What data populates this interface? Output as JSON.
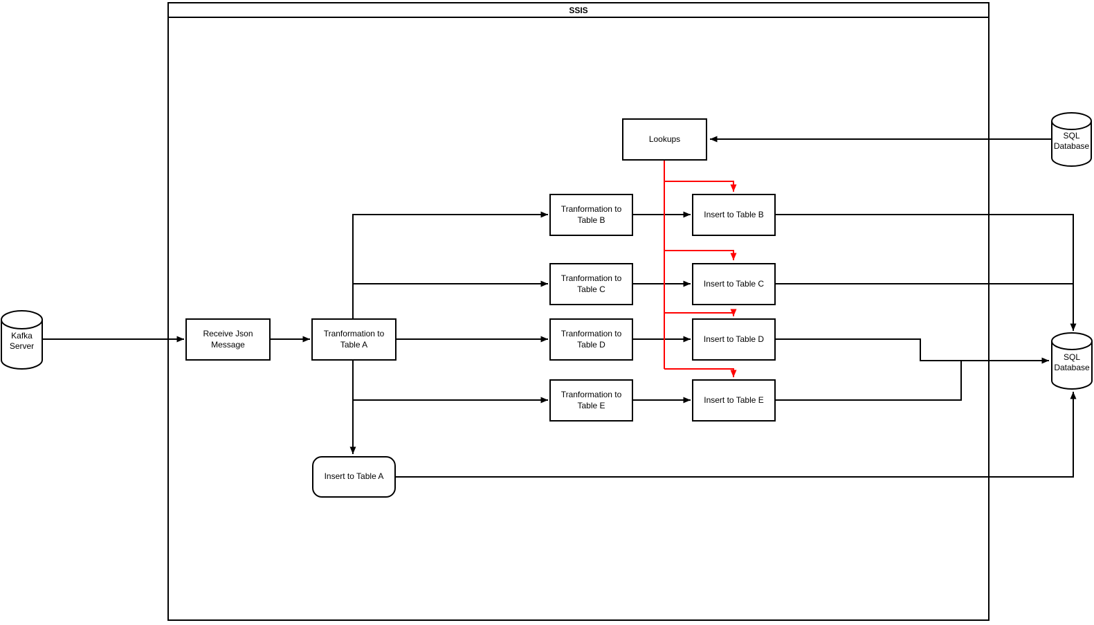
{
  "diagram": {
    "container": {
      "label": "SSIS"
    },
    "colors": {
      "stroke": "#000000",
      "lookup_flow": "#FF0000",
      "node_fill": "#FFFFFF",
      "background": "#FFFFFF"
    },
    "nodes": {
      "kafka_server": {
        "label": "Kafka Server",
        "shape": "cylinder"
      },
      "receive_json": {
        "label": "Receive Json Message",
        "shape": "rectangle"
      },
      "transform_a": {
        "label": "Tranformation to Table A",
        "shape": "rectangle"
      },
      "transform_b": {
        "label": "Tranformation to Table B",
        "shape": "rectangle"
      },
      "transform_c": {
        "label": "Tranformation to Table C",
        "shape": "rectangle"
      },
      "transform_d": {
        "label": "Tranformation to Table D",
        "shape": "rectangle"
      },
      "transform_e": {
        "label": "Tranformation to Table E",
        "shape": "rectangle"
      },
      "insert_a": {
        "label": "Insert to Table A",
        "shape": "rounded-rectangle"
      },
      "insert_b": {
        "label": "Insert to Table B",
        "shape": "rectangle"
      },
      "insert_c": {
        "label": "Insert to Table C",
        "shape": "rectangle"
      },
      "insert_d": {
        "label": "Insert to Table D",
        "shape": "rectangle"
      },
      "insert_e": {
        "label": "Insert to Table E",
        "shape": "rectangle"
      },
      "lookups": {
        "label": "Lookups",
        "shape": "rectangle"
      },
      "sql_database_top": {
        "label": "SQL Database",
        "shape": "cylinder"
      },
      "sql_database_right": {
        "label": "SQL Database",
        "shape": "cylinder"
      }
    },
    "edges": [
      {
        "from": "kafka_server",
        "to": "receive_json",
        "color": "#000000"
      },
      {
        "from": "receive_json",
        "to": "transform_a",
        "color": "#000000"
      },
      {
        "from": "transform_a",
        "to": "transform_b",
        "color": "#000000"
      },
      {
        "from": "transform_a",
        "to": "transform_c",
        "color": "#000000"
      },
      {
        "from": "transform_a",
        "to": "transform_d",
        "color": "#000000"
      },
      {
        "from": "transform_a",
        "to": "transform_e",
        "color": "#000000"
      },
      {
        "from": "transform_a",
        "to": "insert_a",
        "color": "#000000"
      },
      {
        "from": "transform_b",
        "to": "insert_b",
        "color": "#000000"
      },
      {
        "from": "transform_c",
        "to": "insert_c",
        "color": "#000000"
      },
      {
        "from": "transform_d",
        "to": "insert_d",
        "color": "#000000"
      },
      {
        "from": "transform_e",
        "to": "insert_e",
        "color": "#000000"
      },
      {
        "from": "insert_a",
        "to": "sql_database_right",
        "color": "#000000"
      },
      {
        "from": "insert_b",
        "to": "sql_database_right",
        "color": "#000000"
      },
      {
        "from": "insert_c",
        "to": "sql_database_right",
        "color": "#000000"
      },
      {
        "from": "insert_d",
        "to": "sql_database_right",
        "color": "#000000"
      },
      {
        "from": "insert_e",
        "to": "sql_database_right",
        "color": "#000000"
      },
      {
        "from": "sql_database_top",
        "to": "lookups",
        "color": "#000000"
      },
      {
        "from": "lookups",
        "to": "insert_b",
        "color": "#FF0000"
      },
      {
        "from": "lookups",
        "to": "insert_c",
        "color": "#FF0000"
      },
      {
        "from": "lookups",
        "to": "insert_d",
        "color": "#FF0000"
      },
      {
        "from": "lookups",
        "to": "insert_e",
        "color": "#FF0000"
      }
    ]
  }
}
